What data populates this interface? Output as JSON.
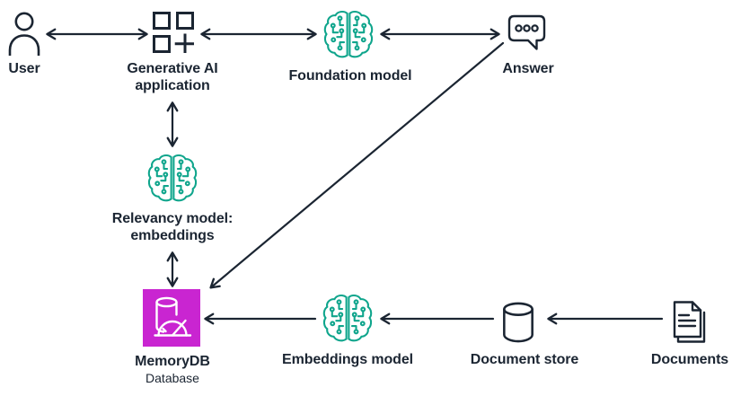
{
  "diagram": {
    "type": "architecture-flow",
    "colors": {
      "ink": "#1B2532",
      "model_green": "#0FA58C",
      "memorydb_purple": "#C925D1",
      "icon_detail_white": "#FFFFFF",
      "background": "#FFFFFF"
    },
    "nodes": {
      "user": {
        "label": "User",
        "icon": "user-icon"
      },
      "genai_app": {
        "label_line1": "Generative AI",
        "label_line2": "application",
        "icon": "app-grid-plus-icon"
      },
      "foundation_model": {
        "label": "Foundation model",
        "icon": "ml-brain-circuit-icon"
      },
      "answer": {
        "label": "Answer",
        "icon": "chat-bubble-icon"
      },
      "relevancy_model": {
        "label_line1": "Relevancy model:",
        "label_line2": "embeddings",
        "icon": "ml-brain-circuit-icon"
      },
      "memorydb": {
        "label": "MemoryDB",
        "sublabel": "Database",
        "icon": "memorydb-database-icon"
      },
      "embeddings_model": {
        "label": "Embeddings model",
        "icon": "ml-brain-circuit-icon"
      },
      "document_store": {
        "label": "Document store",
        "icon": "database-cylinder-icon"
      },
      "documents": {
        "label": "Documents",
        "icon": "documents-icon"
      }
    },
    "edges": [
      {
        "from": "user",
        "to": "genai_app",
        "direction": "bidirectional",
        "style": "horizontal"
      },
      {
        "from": "genai_app",
        "to": "foundation_model",
        "direction": "bidirectional",
        "style": "horizontal"
      },
      {
        "from": "foundation_model",
        "to": "answer",
        "direction": "bidirectional",
        "style": "horizontal"
      },
      {
        "from": "genai_app",
        "to": "relevancy_model",
        "direction": "bidirectional",
        "style": "vertical"
      },
      {
        "from": "relevancy_model",
        "to": "memorydb",
        "direction": "bidirectional",
        "style": "vertical"
      },
      {
        "from": "answer",
        "to": "memorydb",
        "direction": "one-way",
        "style": "diagonal"
      },
      {
        "from": "embeddings_model",
        "to": "memorydb",
        "direction": "one-way",
        "style": "horizontal"
      },
      {
        "from": "document_store",
        "to": "embeddings_model",
        "direction": "one-way",
        "style": "horizontal"
      },
      {
        "from": "documents",
        "to": "document_store",
        "direction": "one-way",
        "style": "horizontal"
      }
    ]
  }
}
